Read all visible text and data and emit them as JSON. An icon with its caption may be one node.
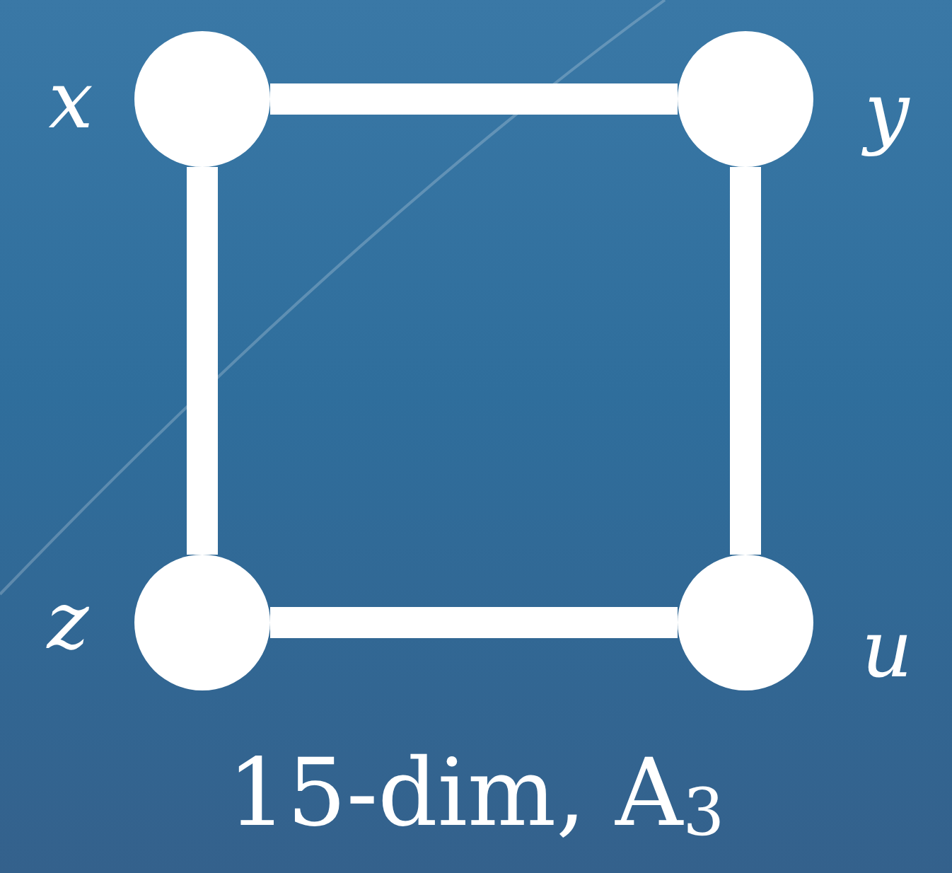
{
  "diagram": {
    "caption": "15-dim, A$_{3}$",
    "nodes": [
      {
        "text": [],
        "shape": "circle",
        "beside": [
          "x"
        ]
      },
      {
        "text": [],
        "shape": "circle",
        "beside": [
          "y"
        ]
      },
      {
        "text": [],
        "shape": "circle",
        "beside": [
          "z"
        ]
      },
      {
        "text": [],
        "shape": "circle",
        "beside": [
          "u"
        ]
      }
    ],
    "edges": [
      {
        "from": 0,
        "to": 1,
        "arrow": "none"
      },
      {
        "from": 0,
        "to": 2,
        "arrow": "none"
      },
      {
        "from": 1,
        "to": 3,
        "arrow": "none"
      },
      {
        "from": 2,
        "to": 3,
        "arrow": "none"
      }
    ]
  }
}
